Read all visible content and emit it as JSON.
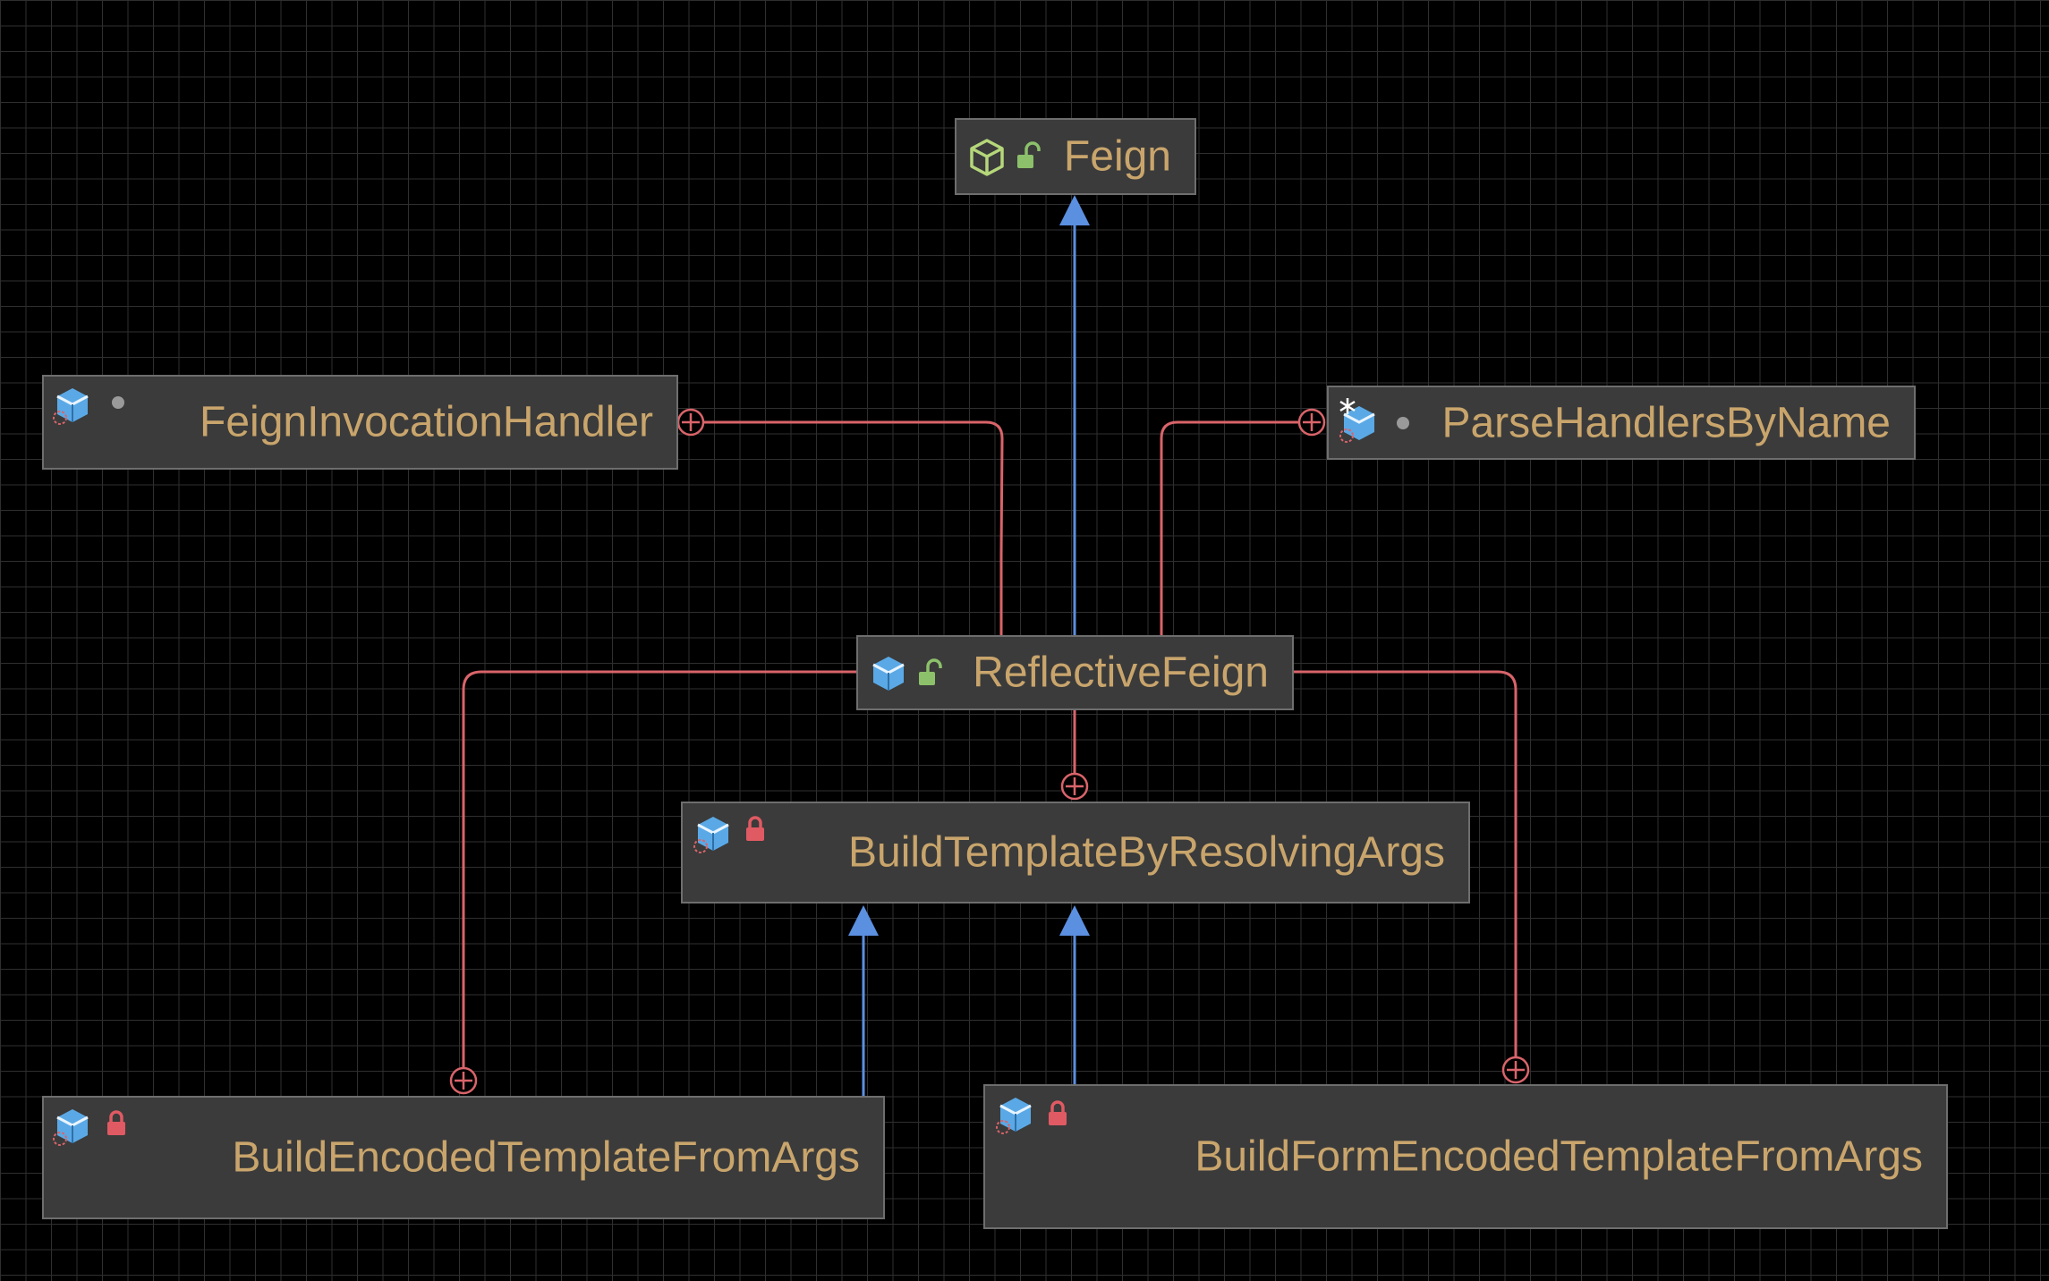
{
  "diagram": {
    "nodes": {
      "feign": {
        "label": "Feign",
        "kind": "abstract-class",
        "access": "public"
      },
      "feign_invocation_handler": {
        "label": "FeignInvocationHandler",
        "kind": "static-class",
        "access": "package"
      },
      "parse_handlers_by_name": {
        "label": "ParseHandlersByName",
        "kind": "static-final-class",
        "access": "package"
      },
      "reflective_feign": {
        "label": "ReflectiveFeign",
        "kind": "class",
        "access": "public"
      },
      "build_template_by_resolving_args": {
        "label": "BuildTemplateByResolvingArgs",
        "kind": "static-class",
        "access": "private"
      },
      "build_encoded_template_from_args": {
        "label": "BuildEncodedTemplateFromArgs",
        "kind": "static-class",
        "access": "private"
      },
      "build_form_encoded_template_from_args": {
        "label": "BuildFormEncodedTemplateFromArgs",
        "kind": "static-class",
        "access": "private"
      }
    },
    "edges": [
      {
        "from": "reflective_feign",
        "to": "feign",
        "type": "extends"
      },
      {
        "from": "reflective_feign",
        "to": "feign_invocation_handler",
        "type": "inner-class"
      },
      {
        "from": "reflective_feign",
        "to": "parse_handlers_by_name",
        "type": "inner-class"
      },
      {
        "from": "reflective_feign",
        "to": "build_template_by_resolving_args",
        "type": "inner-class"
      },
      {
        "from": "reflective_feign",
        "to": "build_encoded_template_from_args",
        "type": "inner-class"
      },
      {
        "from": "reflective_feign",
        "to": "build_form_encoded_template_from_args",
        "type": "inner-class"
      },
      {
        "from": "build_encoded_template_from_args",
        "to": "build_template_by_resolving_args",
        "type": "extends"
      },
      {
        "from": "build_form_encoded_template_from_args",
        "to": "build_template_by_resolving_args",
        "type": "extends"
      }
    ],
    "colors": {
      "background": "#000000",
      "grid": "#2f2f2f",
      "node_fill": "#3b3b3b",
      "node_border": "#6e6e6e",
      "label": "#c9a56c",
      "extends_edge": "#5b8fe0",
      "inner_edge": "#d9646a",
      "class_icon": "#5aa9e6",
      "abstract_icon": "#b5d77a",
      "unlock_icon": "#8cc06a",
      "lock_icon": "#e05a63"
    }
  }
}
